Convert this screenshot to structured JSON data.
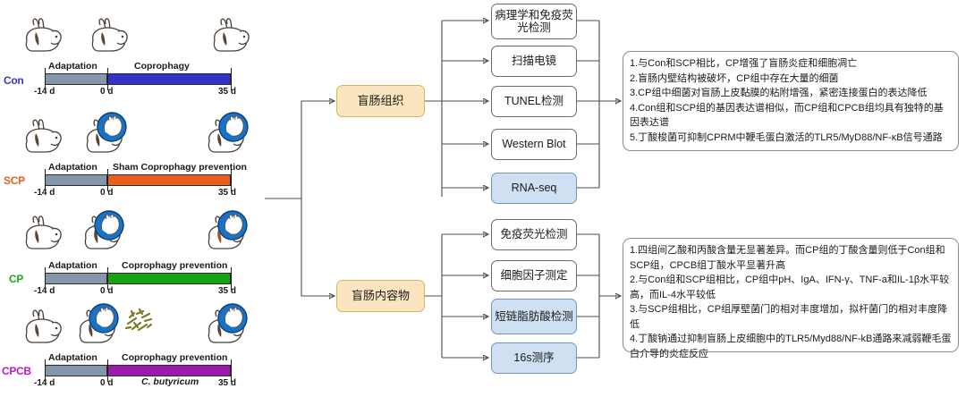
{
  "experiment_groups": [
    {
      "code": "Con",
      "code_color": "#3333cc",
      "adaptation_label": "Adaptation",
      "phase_label": "Coprophagy",
      "phase_color": "#3333cc",
      "start_day": "-14 d",
      "mid_day": "0 d",
      "end_day": "35 d",
      "sub_label": "",
      "rabbits": [
        {
          "collar": false,
          "granule": false
        },
        {
          "collar": false,
          "granule": false
        },
        {
          "collar": false,
          "granule": false
        }
      ]
    },
    {
      "code": "SCP",
      "code_color": "#e8601c",
      "adaptation_label": "Adaptation",
      "phase_label": "Sham Coprophagy prevention",
      "phase_color": "#e8601c",
      "start_day": "-14 d",
      "mid_day": "0 d",
      "end_day": "35 d",
      "sub_label": "",
      "rabbits": [
        {
          "collar": false,
          "granule": false
        },
        {
          "collar": true,
          "granule": false
        },
        {
          "collar": true,
          "granule": false
        }
      ]
    },
    {
      "code": "CP",
      "code_color": "#1ca81c",
      "adaptation_label": "Adaptation",
      "phase_label": "Coprophagy prevention",
      "phase_color": "#13a313",
      "start_day": "-14 d",
      "mid_day": "0 d",
      "end_day": "35 d",
      "sub_label": "",
      "rabbits": [
        {
          "collar": false,
          "granule": false
        },
        {
          "collar": true,
          "granule": false
        },
        {
          "collar": true,
          "granule": false
        }
      ]
    },
    {
      "code": "CPCB",
      "code_color": "#bb1ac4",
      "adaptation_label": "Adaptation",
      "phase_label": "Coprophagy prevention",
      "phase_color": "#9b1bab",
      "start_day": "-14 d",
      "mid_day": "0 d",
      "end_day": "35 d",
      "sub_label": "C. butyricum",
      "rabbits": [
        {
          "collar": false,
          "granule": false
        },
        {
          "collar": true,
          "granule": true
        },
        {
          "collar": true,
          "granule": false
        }
      ]
    }
  ],
  "flow": {
    "categories": [
      {
        "id": "cecal-tissue",
        "label": "盲肠组织"
      },
      {
        "id": "cecal-contents",
        "label": "盲肠内容物"
      }
    ],
    "tissue_assays": [
      {
        "id": "histopathology-if",
        "label": "病理学和免疫荧光检测",
        "highlight": false
      },
      {
        "id": "sem",
        "label": "扫描电镜",
        "highlight": false
      },
      {
        "id": "tunel",
        "label": "TUNEL检测",
        "highlight": false
      },
      {
        "id": "western-blot",
        "label": "Western Blot",
        "highlight": false
      },
      {
        "id": "rna-seq",
        "label": "RNA-seq",
        "highlight": true
      }
    ],
    "content_assays": [
      {
        "id": "immunofluorescence",
        "label": "免疫荧光检测",
        "highlight": false
      },
      {
        "id": "cytokine-assay",
        "label": "细胞因子测定",
        "highlight": false
      },
      {
        "id": "scfa",
        "label": "短链脂肪酸检测",
        "highlight": true
      },
      {
        "id": "16s",
        "label": "16s测序",
        "highlight": true
      }
    ]
  },
  "findings": {
    "tissue": [
      "1.与Con和SCP相比，CP增强了盲肠炎症和细胞凋亡",
      "2.盲肠内壁结构被破坏，CP组中存在大量的细菌",
      "3.CP组中细菌对盲肠上皮黏膜的粘附增强，紧密连接蛋白的表达降低",
      "4.Con组和SCP组的基因表达谱相似，而CP组和CPCB组均具有独特的基因表达谱",
      "5.丁酸梭菌可抑制CPRM中鞭毛蛋白激活的TLR5/MyD88/NF-κB信号通路"
    ],
    "contents": [
      "1.四组间乙酸和丙酸含量无显著差异。而CP组的丁酸含量则低于Con组和SCP组，CPCB组丁酸水平显著升高",
      "2.与Con组和SCP组相比，CP组中pH、IgA、IFN-γ、TNF-a和IL-1β水平较高，而IL-4水平较低",
      "3.与SCP组相比，CP组厚壁菌门的相对丰度增加，拟杆菌门的相对丰度降低",
      "4.丁酸钠通过抑制盲肠上皮细胞中的TLR5/Myd88/NF-kB通路来减弱鞭毛蛋白介导的炎症反应"
    ]
  },
  "colors": {
    "category_fill": "#fbe5c0",
    "category_border": "#d6b656",
    "highlight_fill": "#cfe0f3",
    "highlight_border": "#7294c4",
    "adaptation_bar": "#8496ab",
    "line": "#4d4d4d"
  }
}
